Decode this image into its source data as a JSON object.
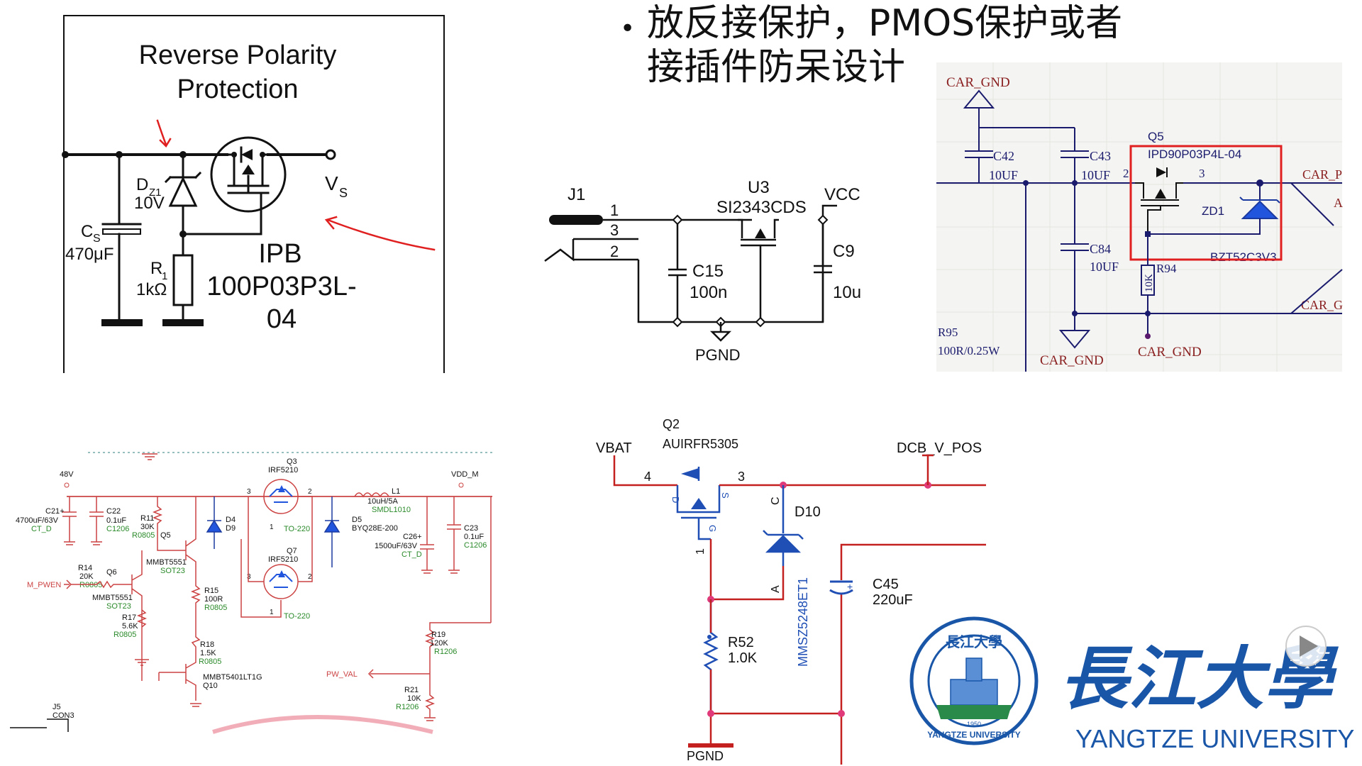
{
  "header": {
    "bullet": "•",
    "line1": "放反接保护，PMOS保护或者",
    "line2": "接插件防呆设计"
  },
  "panel_tl": {
    "title_line1": "Reverse Polarity",
    "title_line2": "Protection",
    "cs_label": "C",
    "cs_sub": "S",
    "cs_value": "470μF",
    "dz_label": "D",
    "dz_sub": "Z1",
    "dz_value": "10V",
    "r1_label": "R",
    "r1_sub": "1",
    "r1_value": "1kΩ",
    "part_line1": "IPB",
    "part_line2": "100P03P3L-",
    "part_line3": "04",
    "vs_label": "V",
    "vs_sub": "S"
  },
  "panel_tc": {
    "j1": "J1",
    "pin1": "1",
    "pin3": "3",
    "pin2": "2",
    "u3": "U3",
    "u3_part": "SI2343CDS",
    "vcc": "VCC",
    "c15": "C15",
    "c15_val": "100n",
    "c9": "C9",
    "c9_val": "10u",
    "pgnd": "PGND"
  },
  "panel_tr": {
    "car_gnd_top": "CAR_GND",
    "c42": "C42",
    "c42_val": "10UF",
    "c43": "C43",
    "c43_val": "10UF",
    "pin2": "2",
    "pin3": "3",
    "q5": "Q5",
    "q5_part": "IPD90P03P4L-04",
    "zd1": "ZD1",
    "zd1_part": "BZT52C3V3",
    "c84": "C84",
    "c84_val": "10UF",
    "r94": "R94",
    "r94_val": "10K",
    "car_p": "CAR_P",
    "car_a": "A",
    "car_g": "CAR_G",
    "r95": "R95",
    "r95_val": "100R/0.25W",
    "car_gnd_bl": "CAR_GND",
    "car_gnd_br": "CAR_GND"
  },
  "panel_bl": {
    "v48": "48V",
    "vdd_m": "VDD_M",
    "c21": "C21+",
    "c21_val": "4700uF/63V",
    "c21_pkg": "CT_D",
    "c22": "C22",
    "c22_val": "0.1uF",
    "c22_pkg": "C1206",
    "r11": "R11",
    "r11_val": "30K",
    "r11_pkg": "R0805",
    "q5": "Q5",
    "q5_part": "MMBT5551",
    "q5_pkg": "SOT23",
    "q3": "Q3",
    "q3_part": "IRF5210",
    "q3_pkg": "TO-220",
    "q7": "Q7",
    "q7_part": "IRF5210",
    "q7_pkg": "TO-220",
    "d4": "D4",
    "d4_part": "D9",
    "d5": "D5",
    "d5_part": "BYQ28E-200",
    "l1": "L1",
    "l1_val": "10uH/5A",
    "l1_pkg": "SMDL1010",
    "c26": "C26+",
    "c26_val": "1500uF/63V",
    "c26_pkg": "CT_D",
    "c23": "C23",
    "c23_val": "0.1uF",
    "c23_pkg": "C1206",
    "r14": "R14",
    "r14_val": "20K",
    "r14_pkg": "R0805",
    "q6": "Q6",
    "q6_part": "MMBT5551",
    "q6_pkg": "SOT23",
    "m_pwen": "M_PWEN",
    "r17": "R17",
    "r17_val": "5.6K",
    "r17_pkg": "R0805",
    "r15": "R15",
    "r15_val": "100R",
    "r15_pkg": "R0805",
    "r18": "R18",
    "r18_val": "1.5K",
    "r18_pkg": "R0805",
    "q10_part": "MMBT5401LT1G",
    "q10": "Q10",
    "r19": "R19",
    "r19_val": "120K",
    "r19_pkg": "R1206",
    "pw_val": "PW_VAL",
    "r21": "R21",
    "r21_val": "10K",
    "r21_pkg": "R1206",
    "j5": "J5",
    "j5_part": "CON3",
    "pin1": "1",
    "pin3a": "3",
    "pin2a": "2",
    "pin1a": "1",
    "pin3b": "3",
    "pin2b": "2"
  },
  "panel_bc": {
    "vbat": "VBAT",
    "q2": "Q2",
    "q2_part": "AUIRFR5305",
    "pin4": "4",
    "pin3": "3",
    "pin1": "1",
    "pin_d": "D",
    "pin_s": "S",
    "pin_g": "G",
    "dcb": "DCB_V_POS",
    "d10": "D10",
    "d10_c": "C",
    "d10_a": "A",
    "d10_part": "MMSZ5248ET1",
    "c45": "C45",
    "c45_val": "220uF",
    "r52": "R52",
    "r52_val": "1.0K",
    "pgnd": "PGND"
  },
  "logo": {
    "cn_name": "長江大學",
    "en_name": "YANGTZE UNIVERSITY",
    "seal_text": "長江大學",
    "seal_en": "YANGTZE UNIVERSITY",
    "seal_year": "1950"
  },
  "colors": {
    "schematic_black": "#111111",
    "schematic_blue": "#1f4fb5",
    "schematic_red": "#c42020",
    "netlabel_navy": "#1b1b6e",
    "pcb_green": "#2a8a2a",
    "logo_blue": "#1a56a8",
    "highlight_red": "#e02020"
  },
  "icons": {
    "video_play": "play-icon"
  }
}
